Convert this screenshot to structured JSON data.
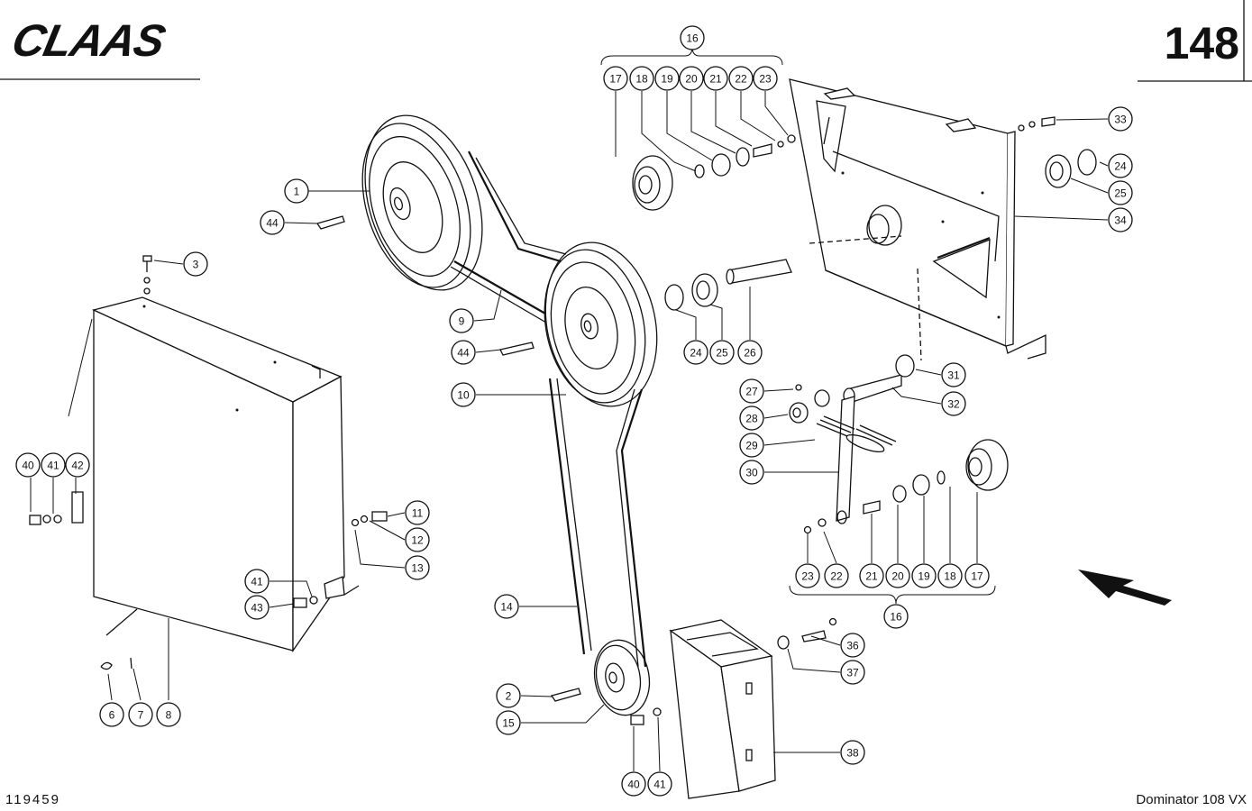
{
  "header": {
    "brand": "CLAAS",
    "page_number": "148"
  },
  "footer": {
    "drawing_number": "119459",
    "model": "Dominator 108 VX"
  },
  "callouts": [
    {
      "id": "c1",
      "label": "1"
    },
    {
      "id": "c44a",
      "label": "44"
    },
    {
      "id": "c3",
      "label": "3"
    },
    {
      "id": "c9",
      "label": "9"
    },
    {
      "id": "c44b",
      "label": "44"
    },
    {
      "id": "c10",
      "label": "10"
    },
    {
      "id": "c16a",
      "label": "16"
    },
    {
      "id": "c17a",
      "label": "17"
    },
    {
      "id": "c18a",
      "label": "18"
    },
    {
      "id": "c19a",
      "label": "19"
    },
    {
      "id": "c20a",
      "label": "20"
    },
    {
      "id": "c21a",
      "label": "21"
    },
    {
      "id": "c22a",
      "label": "22"
    },
    {
      "id": "c23a",
      "label": "23"
    },
    {
      "id": "c33",
      "label": "33"
    },
    {
      "id": "c24a",
      "label": "24"
    },
    {
      "id": "c25a",
      "label": "25"
    },
    {
      "id": "c34",
      "label": "34"
    },
    {
      "id": "c24b",
      "label": "24"
    },
    {
      "id": "c25b",
      "label": "25"
    },
    {
      "id": "c26",
      "label": "26"
    },
    {
      "id": "c31",
      "label": "31"
    },
    {
      "id": "c27",
      "label": "27"
    },
    {
      "id": "c32",
      "label": "32"
    },
    {
      "id": "c28",
      "label": "28"
    },
    {
      "id": "c29",
      "label": "29"
    },
    {
      "id": "c30",
      "label": "30"
    },
    {
      "id": "c23b",
      "label": "23"
    },
    {
      "id": "c22b",
      "label": "22"
    },
    {
      "id": "c21b",
      "label": "21"
    },
    {
      "id": "c20b",
      "label": "20"
    },
    {
      "id": "c19b",
      "label": "19"
    },
    {
      "id": "c18b",
      "label": "18"
    },
    {
      "id": "c17b",
      "label": "17"
    },
    {
      "id": "c16b",
      "label": "16"
    },
    {
      "id": "c40a",
      "label": "40"
    },
    {
      "id": "c41a",
      "label": "41"
    },
    {
      "id": "c42",
      "label": "42"
    },
    {
      "id": "c11",
      "label": "11"
    },
    {
      "id": "c12",
      "label": "12"
    },
    {
      "id": "c13",
      "label": "13"
    },
    {
      "id": "c41b",
      "label": "41"
    },
    {
      "id": "c43",
      "label": "43"
    },
    {
      "id": "c14",
      "label": "14"
    },
    {
      "id": "c6",
      "label": "6"
    },
    {
      "id": "c7",
      "label": "7"
    },
    {
      "id": "c8",
      "label": "8"
    },
    {
      "id": "c2",
      "label": "2"
    },
    {
      "id": "c15",
      "label": "15"
    },
    {
      "id": "c36",
      "label": "36"
    },
    {
      "id": "c37",
      "label": "37"
    },
    {
      "id": "c38",
      "label": "38"
    },
    {
      "id": "c40b",
      "label": "40"
    },
    {
      "id": "c41c",
      "label": "41"
    }
  ]
}
